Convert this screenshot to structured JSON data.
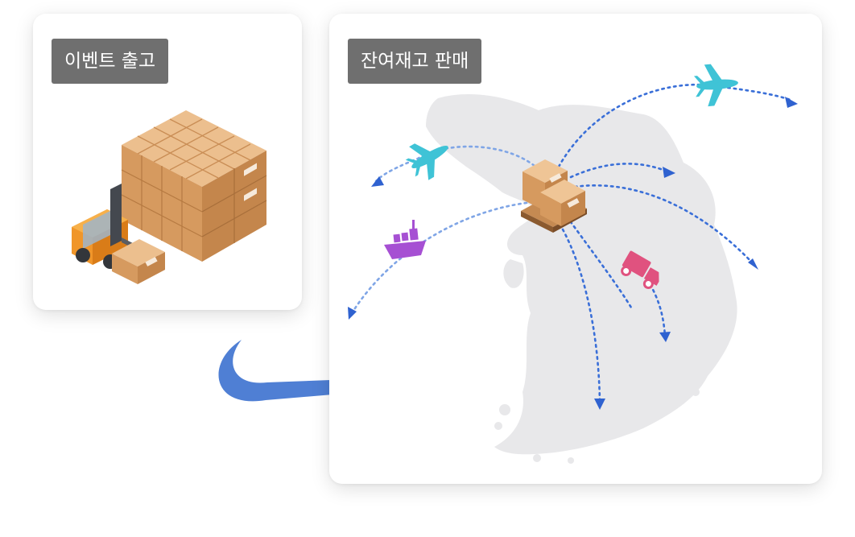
{
  "panels": {
    "left": {
      "label": "이벤트 출고"
    },
    "right": {
      "label": "잔여재고 판매"
    }
  },
  "icons": {
    "forklift_boxes": "forklift-with-box-pallets",
    "center_boxes": "box-pallet",
    "planes": "airplane",
    "ship": "cargo-ship",
    "truck": "delivery-truck",
    "map": "korean-peninsula-map",
    "flow_arrow": "curved-arrow"
  },
  "colors": {
    "label_bg": "#6f6f6f",
    "flow_arrow": "#4f7fd4",
    "route_dots": "#3a6fd8",
    "plane": "#3fc3d6",
    "ship": "#a650d3",
    "truck": "#e0527f",
    "map": "#e7e7e9",
    "box": "#d9a066"
  }
}
